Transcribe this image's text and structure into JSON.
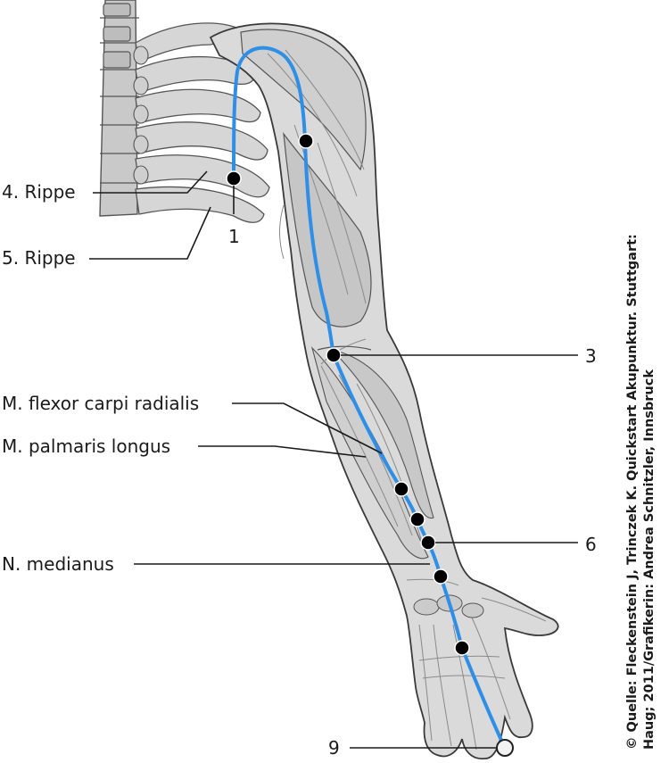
{
  "labels": {
    "rib4": "4. Rippe",
    "rib5": "5. Rippe",
    "flexor": "M. flexor carpi radialis",
    "palmaris": "M. palmaris longus",
    "medianus": "N. medianus"
  },
  "point_numbers": {
    "p1": "1",
    "p3": "3",
    "p6": "6",
    "p9": "9"
  },
  "credit": {
    "line1": "© Quelle: Fleckenstein J, Trinczek K. Quickstart Akupunktur. Stuttgart:",
    "line2": "Haug; 2011/Grafikerin: Andrea Schnitzler, Innsbruck"
  },
  "colors": {
    "meridian": "#2f8fe6",
    "skin": "#d9d9d9",
    "outline": "#444444",
    "point": "#000000"
  }
}
